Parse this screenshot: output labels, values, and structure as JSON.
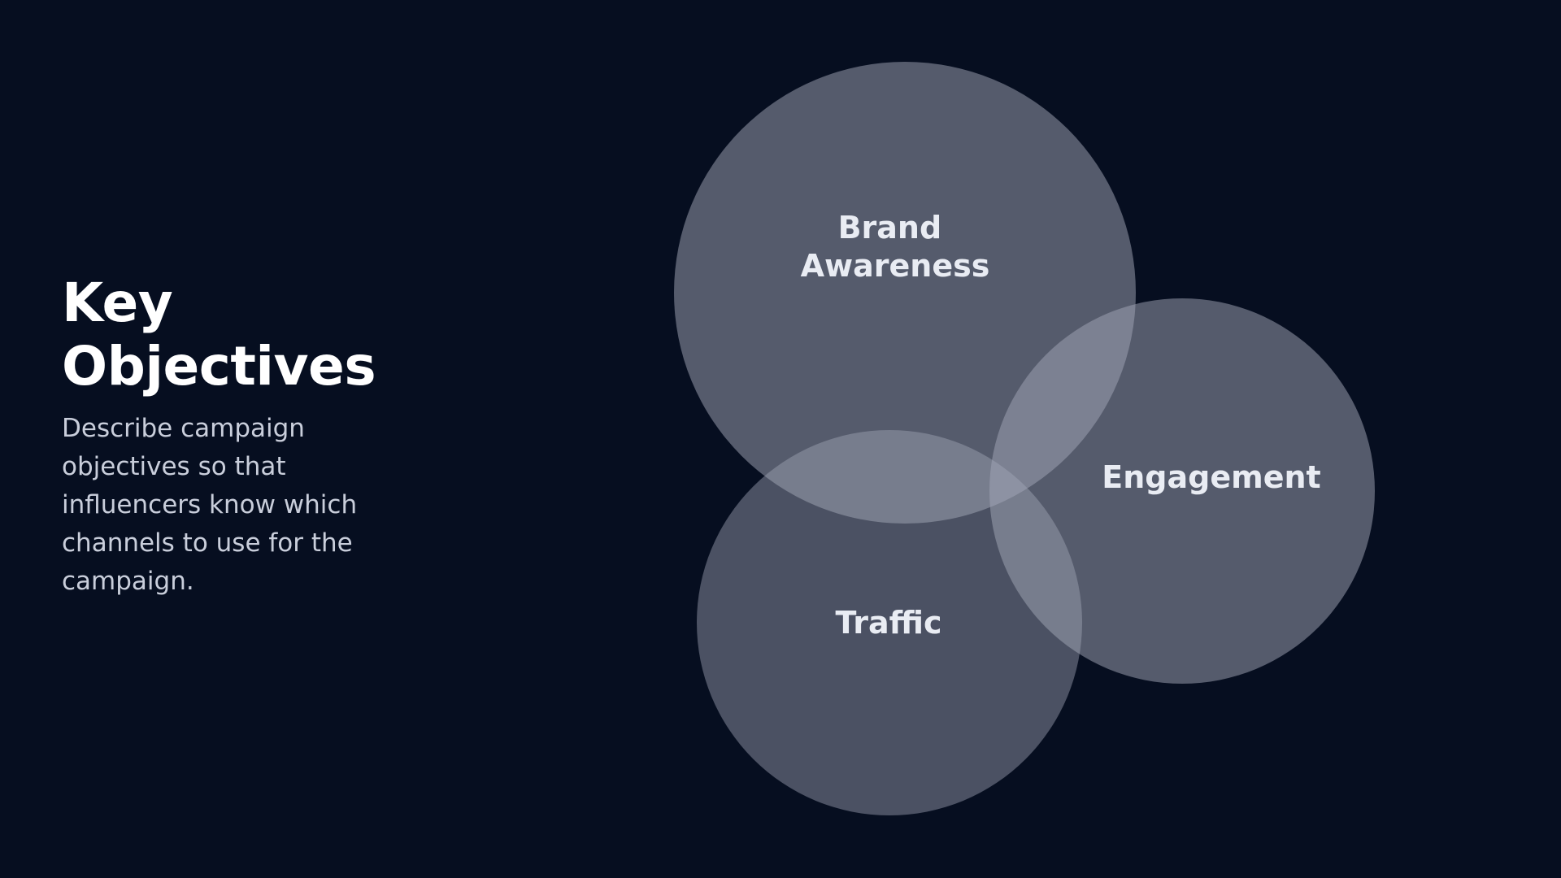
{
  "slide": {
    "title": "Key Objectives",
    "description": "Describe campaign objectives so that influencers know which channels to use for the campaign."
  },
  "venn": {
    "sets": [
      {
        "id": "brand-awareness",
        "label_lines": [
          "Brand",
          "Awareness"
        ]
      },
      {
        "id": "engagement",
        "label_lines": [
          "Engagement"
        ]
      },
      {
        "id": "traffic",
        "label_lines": [
          "Traffic"
        ]
      }
    ]
  },
  "colors": {
    "background": "#060e20",
    "circle_fill": "#a3a8b8",
    "title": "#ffffff",
    "description": "#c9cedb",
    "label": "#e9ecf3"
  }
}
